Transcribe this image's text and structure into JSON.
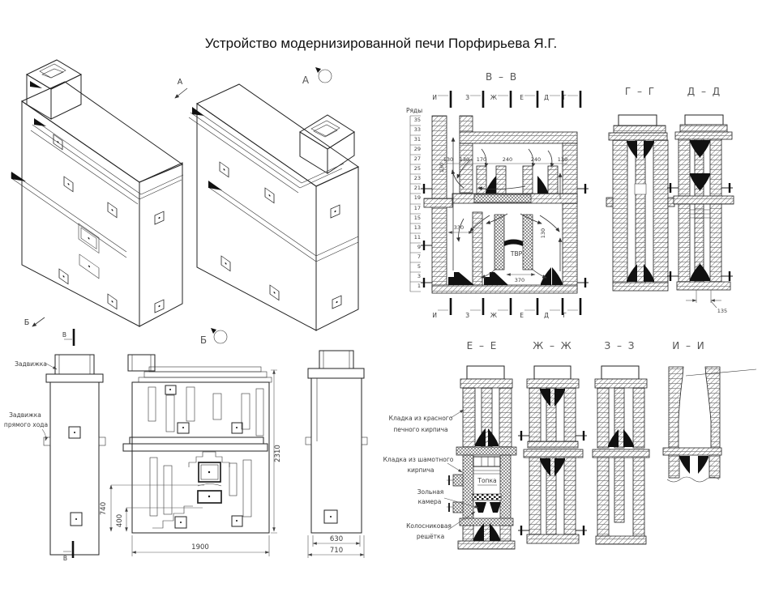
{
  "title": "Устройство модернизированной печи Порфирьева Я.Г.",
  "marks": {
    "a": "А",
    "b": "Б",
    "v": "В"
  },
  "vv": {
    "label": "В – В",
    "rows_title": "Ряды",
    "rows": [
      "35",
      "33",
      "31",
      "29",
      "27",
      "25",
      "23",
      "21",
      "19",
      "17",
      "15",
      "13",
      "11",
      "9",
      "7",
      "5",
      "3",
      "1"
    ],
    "cuts": [
      "И",
      "З",
      "Ж",
      "Е",
      "Д",
      "Г"
    ],
    "dims_top": [
      "130",
      "130",
      "170",
      "240",
      "240",
      "130"
    ],
    "dim_chimney": "130",
    "dim_330": "330",
    "dim_130": "130",
    "dim_370": "370",
    "tvr": "ТВР"
  },
  "gg": {
    "label": "Г – Г"
  },
  "dd": {
    "label": "Д – Д",
    "dim_135": "135"
  },
  "ee": {
    "label": "Е – Е",
    "topka": "Топка"
  },
  "jj": {
    "label": "Ж – Ж"
  },
  "zz": {
    "label": "З – З"
  },
  "ii": {
    "label": "И – И"
  },
  "callouts": {
    "zadvizhka": "Задвижка",
    "zadv_ph_1": "Задвижка",
    "zadv_ph_2": "прямого хода",
    "red_1": "Кладка из красного",
    "red_2": "печного кирпича",
    "sham_1": "Кладка из шамотного",
    "sham_2": "кирпича",
    "zol_1": "Зольная",
    "zol_2": "камера",
    "kol_1": "Колосниковая",
    "kol_2": "решётка"
  },
  "dims": {
    "h2310": "2310",
    "h740": "740",
    "h400": "400",
    "w1900": "1900",
    "w630": "630",
    "w710": "710"
  }
}
